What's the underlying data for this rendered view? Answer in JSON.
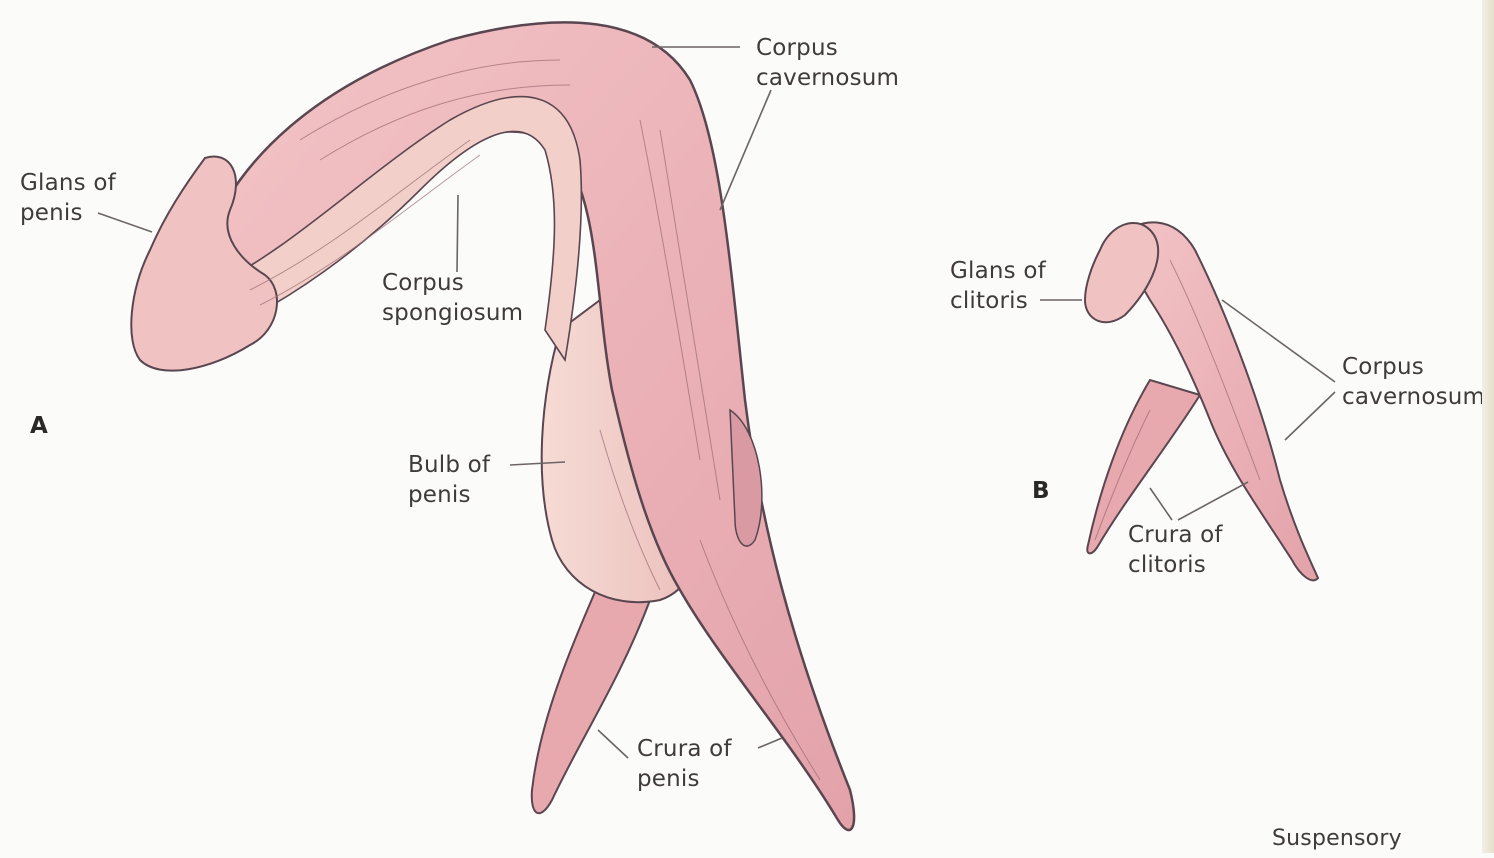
{
  "panels": {
    "a": "A",
    "b": "B"
  },
  "labels_a": {
    "glans_line1": "Glans of",
    "glans_line2": "penis",
    "spongiosum_line1": "Corpus",
    "spongiosum_line2": "spongiosum",
    "cavernosum_line1": "Corpus",
    "cavernosum_line2": "cavernosum",
    "bulb_line1": "Bulb of",
    "bulb_line2": "penis",
    "crura_line1": "Crura of",
    "crura_line2": "penis"
  },
  "labels_b": {
    "glans_line1": "Glans of",
    "glans_line2": "clitoris",
    "cavernosum_line1": "Corpus",
    "cavernosum_line2": "cavernosum",
    "crura_line1": "Crura of",
    "crura_line2": "clitoris"
  },
  "footer": {
    "cut_off_text": "Suspensory"
  },
  "colors": {
    "tissue": "#eeb5b9",
    "tissue_light": "#f4cfc9",
    "tissue_shadow": "#c98d96",
    "outline": "#5a4650",
    "leader": "#6b6565"
  }
}
